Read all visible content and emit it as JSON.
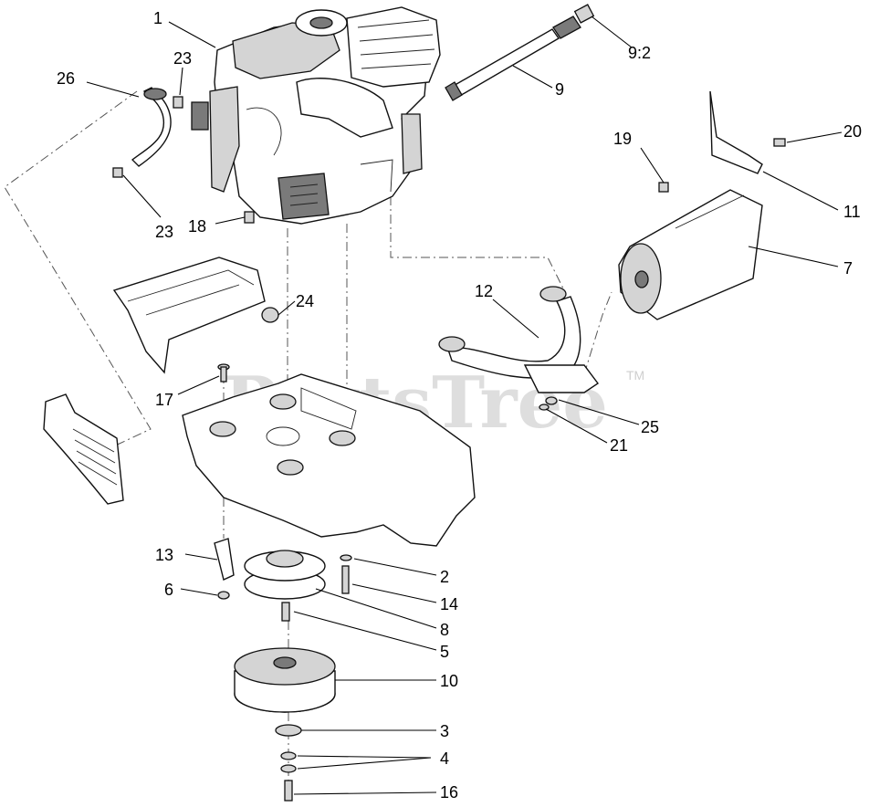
{
  "watermark": {
    "text": "PartsTree",
    "trademark": "TM"
  },
  "callouts": {
    "c1": "1",
    "c23a": "23",
    "c26": "26",
    "c23b": "23",
    "c18": "18",
    "c9_2": "9:2",
    "c9": "9",
    "c19": "19",
    "c20": "20",
    "c11": "11",
    "c7": "7",
    "c12": "12",
    "c24": "24",
    "c17": "17",
    "c25": "25",
    "c21": "21",
    "c13": "13",
    "c6": "6",
    "c2": "2",
    "c14": "14",
    "c8": "8",
    "c5": "5",
    "c10": "10",
    "c3": "3",
    "c4": "4",
    "c16": "16"
  }
}
